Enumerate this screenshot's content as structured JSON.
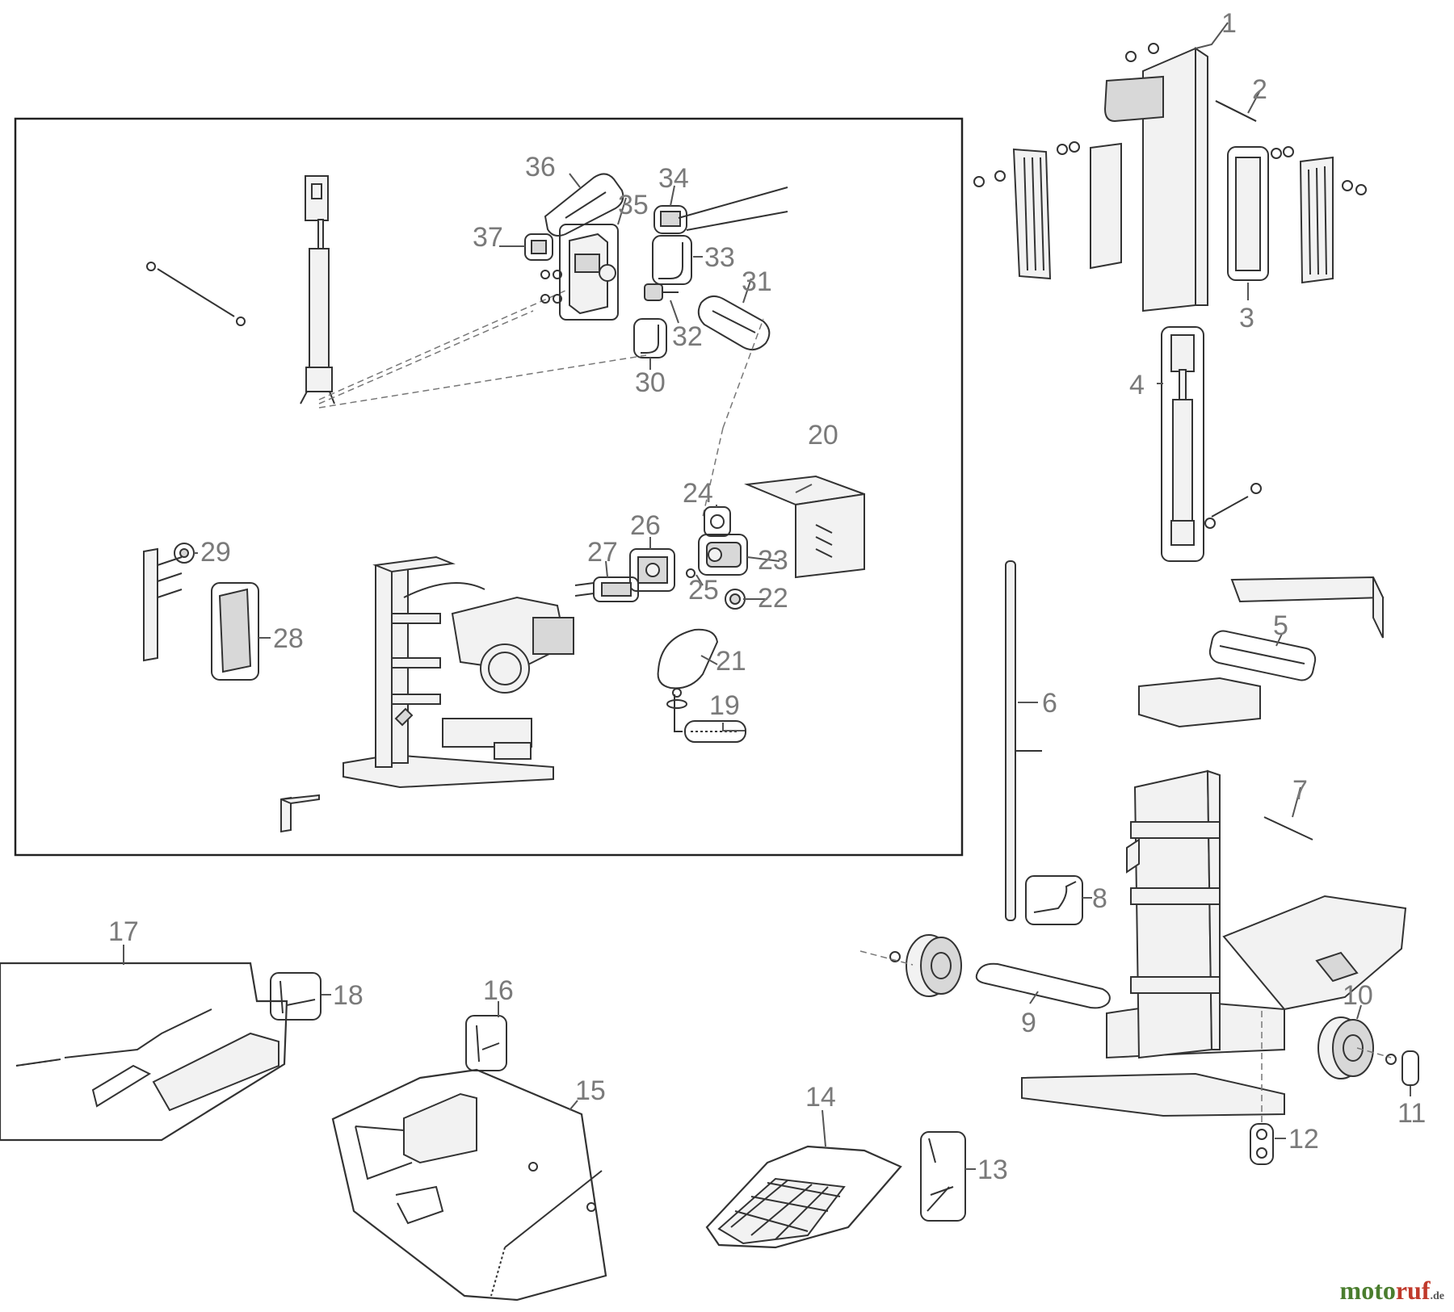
{
  "diagram": {
    "callouts": [
      "1",
      "2",
      "3",
      "4",
      "5",
      "6",
      "7",
      "8",
      "9",
      "10",
      "11",
      "12",
      "13",
      "14",
      "15",
      "16",
      "17",
      "18",
      "19",
      "20",
      "21",
      "22",
      "23",
      "24",
      "25",
      "26",
      "27",
      "28",
      "29",
      "30",
      "31",
      "32",
      "33",
      "34",
      "35",
      "36",
      "37"
    ]
  },
  "brand": {
    "part1": "moto",
    "part2": "ruf",
    "suffix": ".de"
  }
}
